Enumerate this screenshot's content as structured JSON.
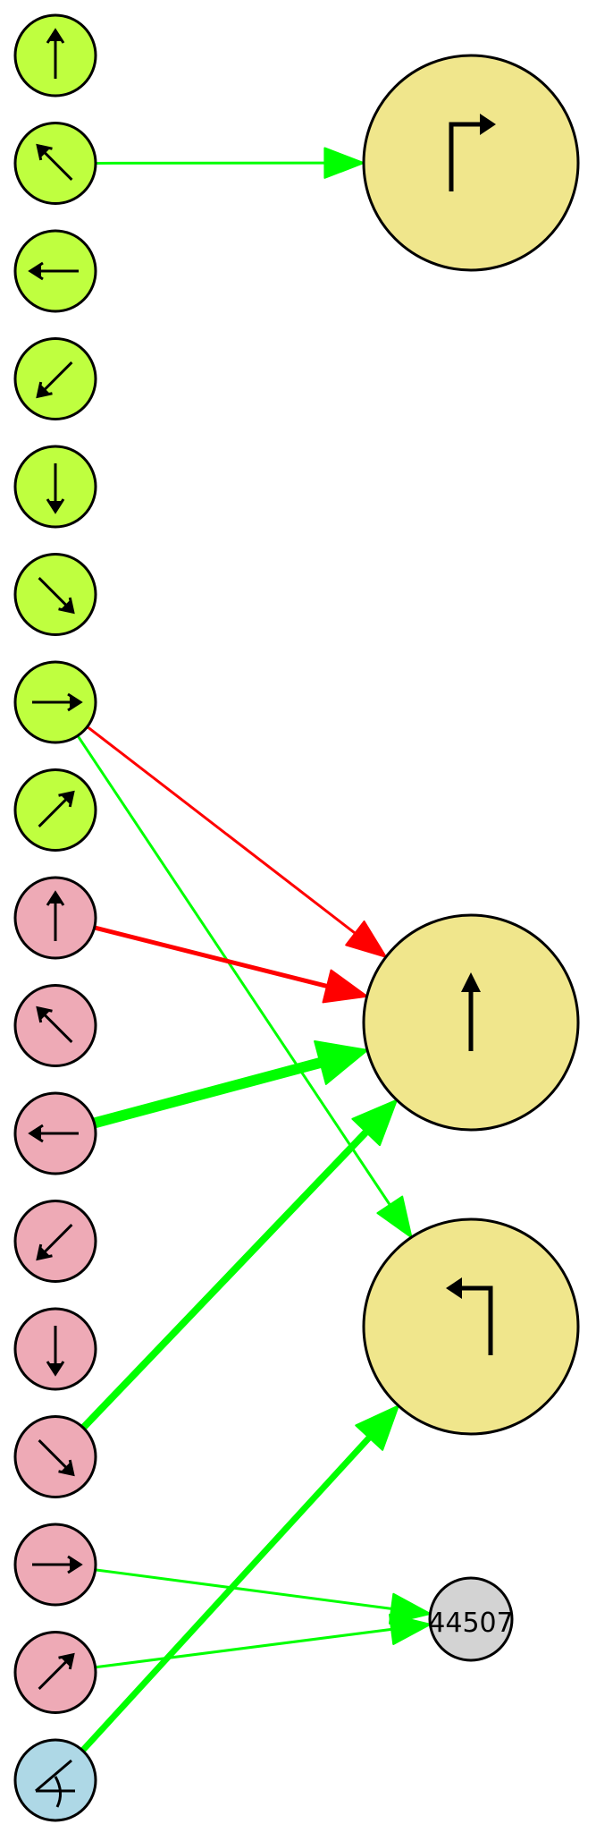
{
  "colors": {
    "input_green": "#bfff3f",
    "input_pink": "#eeaab6",
    "input_blue": "#aed8e6",
    "output_yellow": "#f0e68c",
    "unknown_gray": "#d3d3d3",
    "excite": "#00ff00",
    "inhibit": "#ff0000",
    "stroke": "#000000"
  },
  "inputs": [
    {
      "id": "g-up",
      "group": "green",
      "glyph": "arrow-up"
    },
    {
      "id": "g-upleft",
      "group": "green",
      "glyph": "arrow-up-left"
    },
    {
      "id": "g-left",
      "group": "green",
      "glyph": "arrow-left"
    },
    {
      "id": "g-downleft",
      "group": "green",
      "glyph": "arrow-down-left"
    },
    {
      "id": "g-down",
      "group": "green",
      "glyph": "arrow-down"
    },
    {
      "id": "g-downright",
      "group": "green",
      "glyph": "arrow-down-right"
    },
    {
      "id": "g-right",
      "group": "green",
      "glyph": "arrow-right"
    },
    {
      "id": "g-upright",
      "group": "green",
      "glyph": "arrow-up-right"
    },
    {
      "id": "p-up",
      "group": "pink",
      "glyph": "arrow-up"
    },
    {
      "id": "p-upleft",
      "group": "pink",
      "glyph": "arrow-up-left"
    },
    {
      "id": "p-left",
      "group": "pink",
      "glyph": "arrow-left"
    },
    {
      "id": "p-downleft",
      "group": "pink",
      "glyph": "arrow-down-left"
    },
    {
      "id": "p-down",
      "group": "pink",
      "glyph": "arrow-down"
    },
    {
      "id": "p-downright",
      "group": "pink",
      "glyph": "arrow-down-right"
    },
    {
      "id": "p-right",
      "group": "pink",
      "glyph": "arrow-right"
    },
    {
      "id": "p-upright",
      "group": "pink",
      "glyph": "arrow-up-right"
    },
    {
      "id": "b-angle",
      "group": "blue",
      "glyph": "angle"
    }
  ],
  "outputs": [
    {
      "id": "out-turn-right",
      "glyph": "turn-right-icon"
    },
    {
      "id": "out-straight",
      "glyph": "straight-arrow-icon"
    },
    {
      "id": "out-turn-left",
      "glyph": "turn-left-icon"
    },
    {
      "id": "out-unknown",
      "label": "44507"
    }
  ],
  "connections": [
    {
      "from": "g-upleft",
      "to": "out-turn-right",
      "kind": "excite",
      "weight": 3
    },
    {
      "from": "g-right",
      "to": "out-straight",
      "kind": "inhibit",
      "weight": 3
    },
    {
      "from": "g-right",
      "to": "out-turn-left",
      "kind": "excite",
      "weight": 3
    },
    {
      "from": "p-up",
      "to": "out-straight",
      "kind": "inhibit",
      "weight": 5
    },
    {
      "from": "p-left",
      "to": "out-straight",
      "kind": "excite",
      "weight": 12
    },
    {
      "from": "p-downright",
      "to": "out-straight",
      "kind": "excite",
      "weight": 8
    },
    {
      "from": "p-right",
      "to": "out-unknown",
      "kind": "excite",
      "weight": 3
    },
    {
      "from": "p-upright",
      "to": "out-unknown",
      "kind": "excite",
      "weight": 3
    },
    {
      "from": "b-angle",
      "to": "out-turn-left",
      "kind": "excite",
      "weight": 7
    }
  ]
}
